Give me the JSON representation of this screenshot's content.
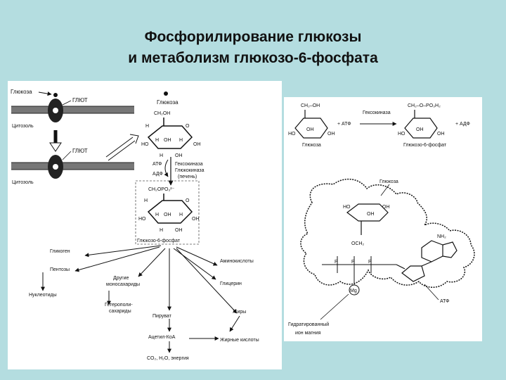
{
  "slide": {
    "title_line1": "Фосфорилирование глюкозы",
    "title_line2": "и метаболизм глюкозо-6-фосфата"
  },
  "left_figure": {
    "membrane": {
      "glucose": "Глюкоза",
      "glut_top": "ГЛЮТ",
      "cytosol_top": "Цитозоль",
      "glut_bottom": "ГЛЮТ",
      "cytosol_bottom": "Цитозоль"
    },
    "structure": {
      "glucose": "Глюкоза",
      "ch2oh": "CH₂OH",
      "atp": "АТФ",
      "adp": "АДФ",
      "hexokinase": "Гексокиназа",
      "glucokinase": "Глюкокиназа",
      "liver": "(печень)",
      "ch2opo3": "CH₂OPO₃²⁻",
      "g6p": "Глюкозо-6-фосфат"
    },
    "pathways": {
      "glycogen": "Гликоген",
      "pentoses": "Пентозы",
      "nucleotides": "Нуклеотиды",
      "other_mono_1": "Другие",
      "other_mono_2": "моносахариды",
      "heteropoly_1": "Гетерополи-",
      "heteropoly_2": "сахариды",
      "pyruvate": "Пируват",
      "acetyl_coa": "Ацетил-КоА",
      "final": "CO₂, H₂O, энергия",
      "amino_acids": "Аминокислоты",
      "glycerol": "Глицерин",
      "fats": "Жиры",
      "fatty_acids": "Жирные кислоты"
    }
  },
  "right_figure": {
    "reaction": {
      "ch2oh": "CH₂–OH",
      "plus_atp": "+ АТФ",
      "enzyme": "Гексокиназа",
      "ch2opo3h2": "CH₂–O–PO₃H₂",
      "plus_adp": "+ АДФ",
      "glucose": "Глюкоза",
      "g6p": "Глюкозо-6-фосфат"
    },
    "enzyme": {
      "glucose": "Глюкоза",
      "och2": "OCH₂",
      "mg": "Mg",
      "nh2": "NH₂",
      "atp": "АТФ",
      "hydrated_1": "Гидратированный",
      "hydrated_2": "ион магния"
    }
  }
}
